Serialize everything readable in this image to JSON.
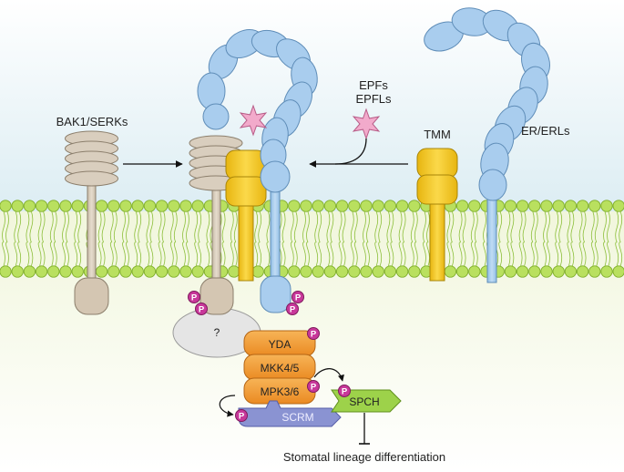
{
  "labels": {
    "bak1": "BAK1/SERKs",
    "epfs": "EPFs",
    "epfls": "EPFLs",
    "tmm": "TMM",
    "er": "ER/ERLs",
    "unknown": "?",
    "yda": "YDA",
    "mkk": "MKK4/5",
    "mpk": "MPK3/6",
    "scrm": "SCRM",
    "spch": "SPCH",
    "outcome": "Stomatal lineage differentiation",
    "phospho": "P"
  },
  "colors": {
    "sky": "#e6f2f6",
    "cytoplasm": "#f3f6e2",
    "lipid": "#b8df5a",
    "bak1": "#d6cab8",
    "tmm": "#f2c81e",
    "er": "#a9cdee",
    "ligand": "#f0a8c8",
    "kinase": "#f29a34",
    "scrm": "#8a93d2",
    "spch": "#9dd24a",
    "phospho": "#c8389a"
  }
}
